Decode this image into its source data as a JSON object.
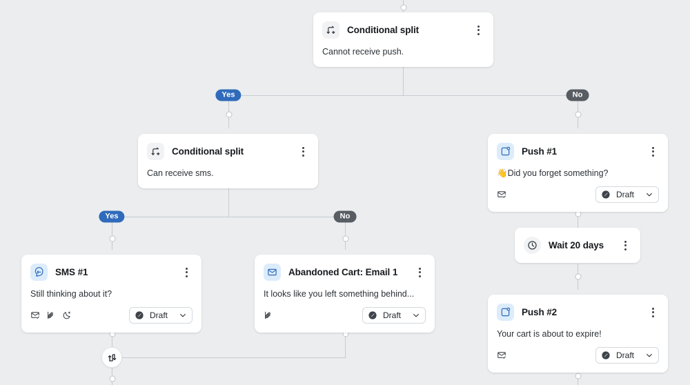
{
  "canvas": {
    "background_color": "#ebedef",
    "edge_color": "#c7cbd0"
  },
  "branch_labels": {
    "yes": "Yes",
    "no": "No",
    "yes_color": "#2f6bba",
    "no_color": "#585d63"
  },
  "status": {
    "draft_label": "Draft"
  },
  "nodes": [
    {
      "id": "conditional-split-push",
      "type": "conditional-split",
      "icon": "split-icon",
      "title": "Conditional split",
      "body": "Cannot receive push."
    },
    {
      "id": "conditional-split-sms",
      "type": "conditional-split",
      "icon": "split-icon",
      "title": "Conditional split",
      "body": "Can receive sms."
    },
    {
      "id": "push-1",
      "type": "push",
      "icon": "push-icon",
      "title": "Push #1",
      "body": "Did you forget something?",
      "emoji": "👋",
      "meta_icons": [
        "envelope-check-icon"
      ],
      "status": "Draft"
    },
    {
      "id": "sms-1",
      "type": "sms",
      "icon": "sms-icon",
      "title": "SMS #1",
      "body": "Still thinking about it?",
      "meta_icons": [
        "envelope-check-icon",
        "paperclip-icon",
        "quiet-hours-icon"
      ],
      "status": "Draft"
    },
    {
      "id": "abandoned-cart-email-1",
      "type": "email",
      "icon": "email-icon",
      "title": "Abandoned Cart: Email 1",
      "body": "It looks like you left something behind...",
      "meta_icons": [
        "paperclip-icon"
      ],
      "status": "Draft"
    },
    {
      "id": "wait-20-days",
      "type": "wait",
      "icon": "clock-icon",
      "title": "Wait 20 days"
    },
    {
      "id": "push-2",
      "type": "push",
      "icon": "push-icon",
      "title": "Push #2",
      "body": "Your cart is about to expire!",
      "meta_icons": [
        "envelope-check-icon"
      ],
      "status": "Draft"
    },
    {
      "id": "merge-1",
      "type": "merge",
      "icon": "merge-icon"
    }
  ]
}
